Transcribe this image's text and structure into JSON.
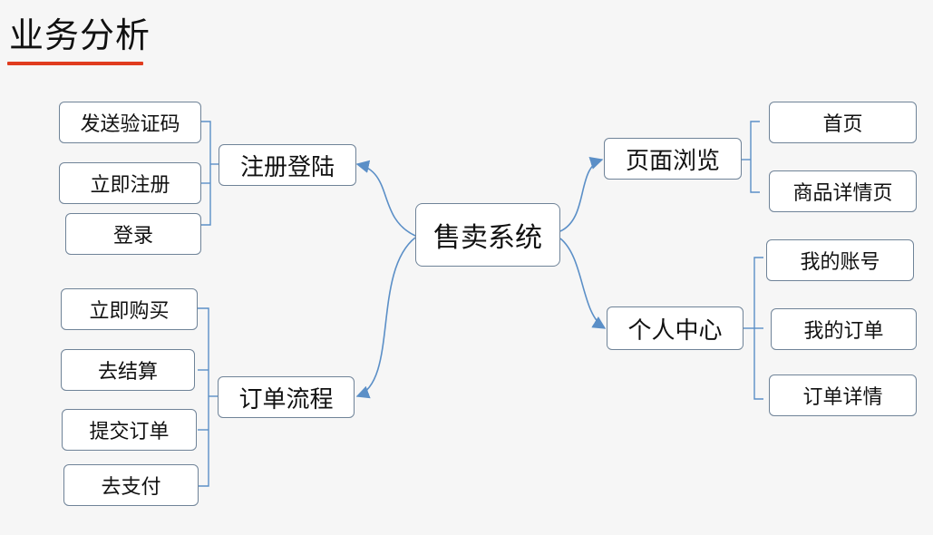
{
  "title": "业务分析",
  "colors": {
    "accent_underline": "#e03c1f",
    "node_border": "#6f8398",
    "connector": "#5b8fc7",
    "background": "#f6f6f6"
  },
  "center": {
    "label": "售卖系统"
  },
  "branches": {
    "register_login": {
      "label": "注册登陆",
      "items": [
        "发送验证码",
        "立即注册",
        "登录"
      ]
    },
    "order_flow": {
      "label": "订单流程",
      "items": [
        "立即购买",
        "去结算",
        "提交订单",
        "去支付"
      ]
    },
    "page_browse": {
      "label": "页面浏览",
      "items": [
        "首页",
        "商品详情页"
      ]
    },
    "personal_center": {
      "label": "个人中心",
      "items": [
        "我的账号",
        "我的订单",
        "订单详情"
      ]
    }
  }
}
